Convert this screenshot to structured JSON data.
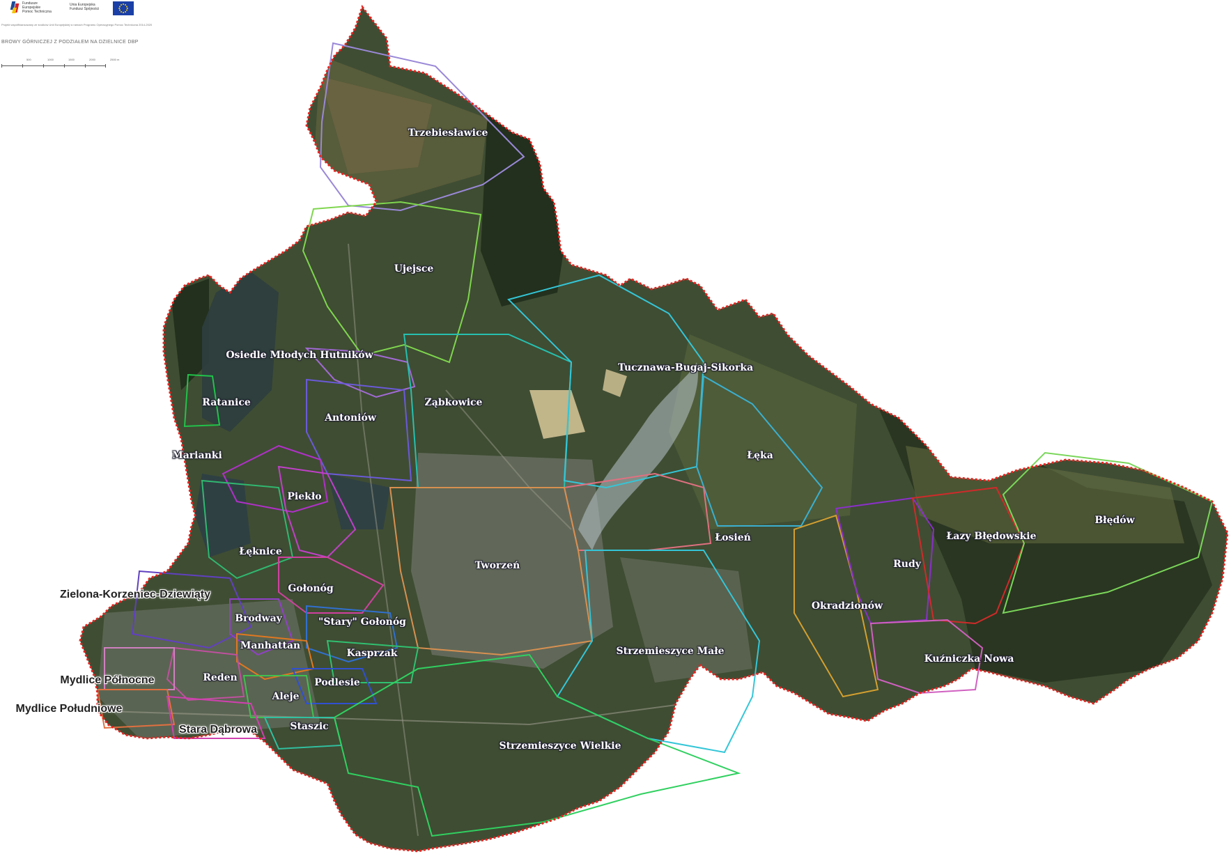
{
  "header": {
    "logo_left_text": "Fundusze\nEuropejskie\nPomoc Techniczna",
    "logo_right_text": "Unia Europejska\nFundusz Spójności",
    "funding_note": "Projekt współfinansowany ze środków Unii Europejskiej w ramach Programu Operacyjnego Pomoc Techniczna 2014-2020",
    "map_title": "BROWY GÓRNICZEJ Z PODZIAŁEM NA DZIELNICE DBP",
    "scale_labels": [
      "500",
      "1000",
      "1500",
      "2000",
      "2500 m"
    ]
  },
  "colors": {
    "city_border": "#e8231f",
    "satellite_base": "#3f4d33",
    "forest": "#1f2d1b",
    "fields": "#6b6a40",
    "urban": "#7d8078",
    "label_text": "#ffffff",
    "label_outline": "#222233",
    "eu_blue": "#1a3fa6",
    "eu_star": "#ffd500"
  },
  "districts": [
    {
      "name": "Trzebiesławice",
      "outline": "#9a88d8"
    },
    {
      "name": "Ujejsce",
      "outline": "#7fd64e"
    },
    {
      "name": "Osiedle Młodych Hutników",
      "outline": "#a26ad6"
    },
    {
      "name": "Ratanice",
      "outline": "#22c24a"
    },
    {
      "name": "Antoniów",
      "outline": "#6a5ad8"
    },
    {
      "name": "Ząbkowice",
      "outline": "#26c0b0"
    },
    {
      "name": "Tucznawa-Bugaj-Sikorka",
      "outline": "#34c6d8"
    },
    {
      "name": "Łęka",
      "outline": "#3ab0d0"
    },
    {
      "name": "Marianki",
      "outline": "#b030c8"
    },
    {
      "name": "Piekło",
      "outline": "#c040c8"
    },
    {
      "name": "Łęknice",
      "outline": "#30b870"
    },
    {
      "name": "Łosień",
      "outline": "#e07080"
    },
    {
      "name": "Tworzeń",
      "outline": "#d89050"
    },
    {
      "name": "Gołonóg",
      "outline": "#d040a0"
    },
    {
      "name": "Zielona-Korzeniec-Dziewiąty",
      "outline": "#6040c0"
    },
    {
      "name": "Brodway",
      "outline": "#9040c8"
    },
    {
      "name": "\"Stary\" Gołonóg",
      "outline": "#3070d0"
    },
    {
      "name": "Manhattan",
      "outline": "#e07820"
    },
    {
      "name": "Kasprzak",
      "outline": "#30c070"
    },
    {
      "name": "Podlesie",
      "outline": "#3050d0"
    },
    {
      "name": "Reden",
      "outline": "#c050a0"
    },
    {
      "name": "Aleje",
      "outline": "#40c050"
    },
    {
      "name": "Mydlice Północne",
      "outline": "#d080c0"
    },
    {
      "name": "Mydlice Południowe",
      "outline": "#e07040"
    },
    {
      "name": "Stara Dąbrowa",
      "outline": "#d040b0"
    },
    {
      "name": "Staszic",
      "outline": "#30c0a0"
    },
    {
      "name": "Strzemieszyce Małe",
      "outline": "#34c6d8"
    },
    {
      "name": "Strzemieszyce Wielkie",
      "outline": "#30d060"
    },
    {
      "name": "Okradzionów",
      "outline": "#d4a030"
    },
    {
      "name": "Rudy",
      "outline": "#8a30c8"
    },
    {
      "name": "Łazy Błędowskie",
      "outline": "#d02a2a"
    },
    {
      "name": "Błędów",
      "outline": "#7ad65a"
    },
    {
      "name": "Kuźniczka Nowa",
      "outline": "#d060c0"
    }
  ]
}
